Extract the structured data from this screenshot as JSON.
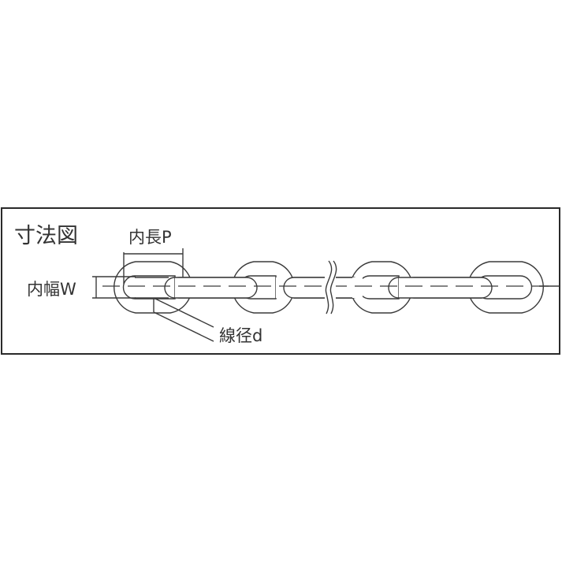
{
  "diagram": {
    "title": "寸法図",
    "labels": {
      "inner_length": "内長P",
      "inner_width": "内幅W",
      "wire_diameter": "線径d"
    },
    "components": {
      "chain_links_face_view": 4,
      "chain_links_edge_view": 3,
      "break_symbol": "wavy-break"
    },
    "colors": {
      "line": "#3a3a3a",
      "frame": "#2a2a2a",
      "background": "#ffffff",
      "text": "#333333"
    }
  }
}
